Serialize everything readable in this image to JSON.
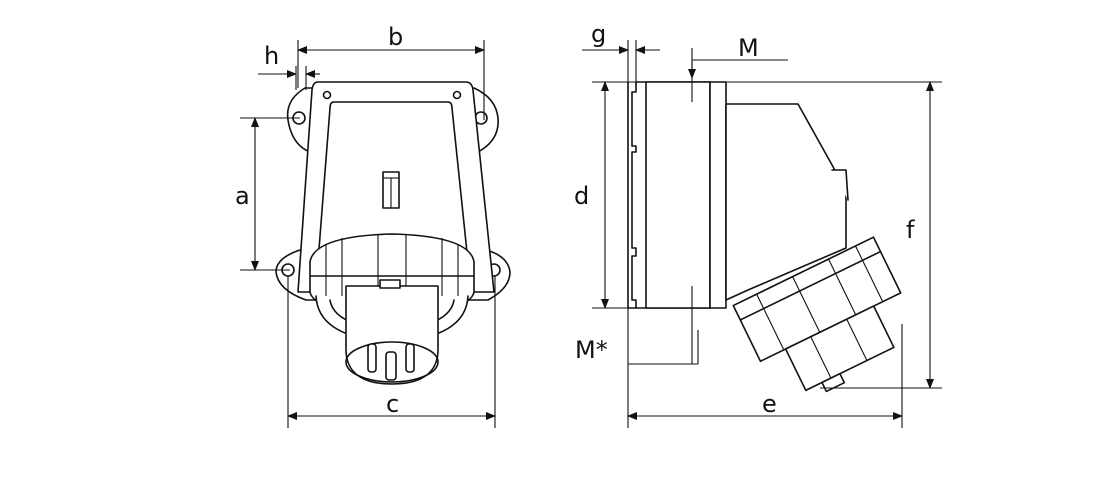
{
  "front_view": {
    "dimensions": {
      "a": "a",
      "b": "b",
      "c": "c",
      "h": "h"
    }
  },
  "side_view": {
    "dimensions": {
      "d": "d",
      "e": "e",
      "f": "f",
      "g": "g",
      "M": "M",
      "M_star": "M*"
    }
  }
}
